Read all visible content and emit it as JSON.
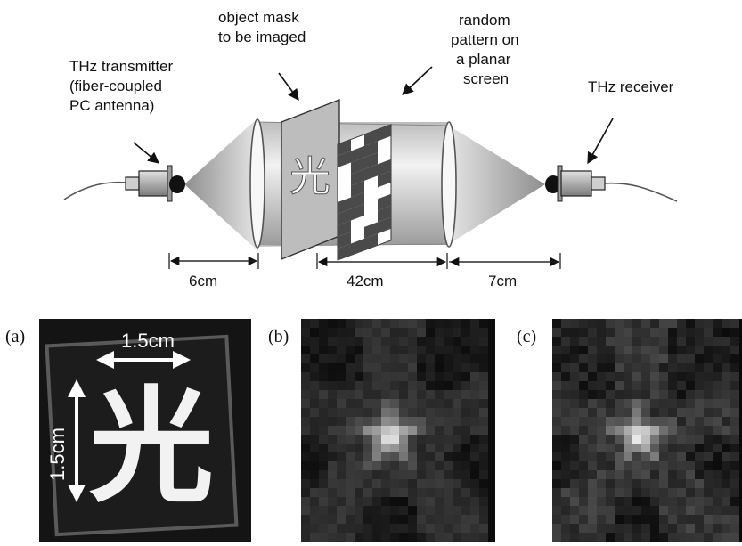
{
  "setup": {
    "transmitter_label": [
      "THz transmitter",
      "(fiber-coupled",
      " PC antenna)"
    ],
    "mask_label": [
      "object mask",
      "to be imaged"
    ],
    "pattern_label": [
      "random",
      "pattern on",
      "a planar",
      "screen"
    ],
    "receiver_label": [
      "THz receiver"
    ],
    "mask_character": "光",
    "distance_1": "6cm",
    "distance_2": "42cm",
    "distance_3": "7cm"
  },
  "panels": {
    "a": {
      "label": "(a)",
      "character": "光",
      "width_label": "1.5cm",
      "height_label": "1.5cm"
    },
    "b": {
      "label": "(b)"
    },
    "c": {
      "label": "(c)"
    }
  },
  "icons": [
    "transmitter-icon",
    "receiver-icon",
    "lens-icon",
    "arrow-icon"
  ],
  "colors": {
    "beam": "#c8c8c8",
    "cylinder": "#d8d8d8",
    "pattern_dark": "#4a4a4a",
    "background": "#ffffff"
  }
}
